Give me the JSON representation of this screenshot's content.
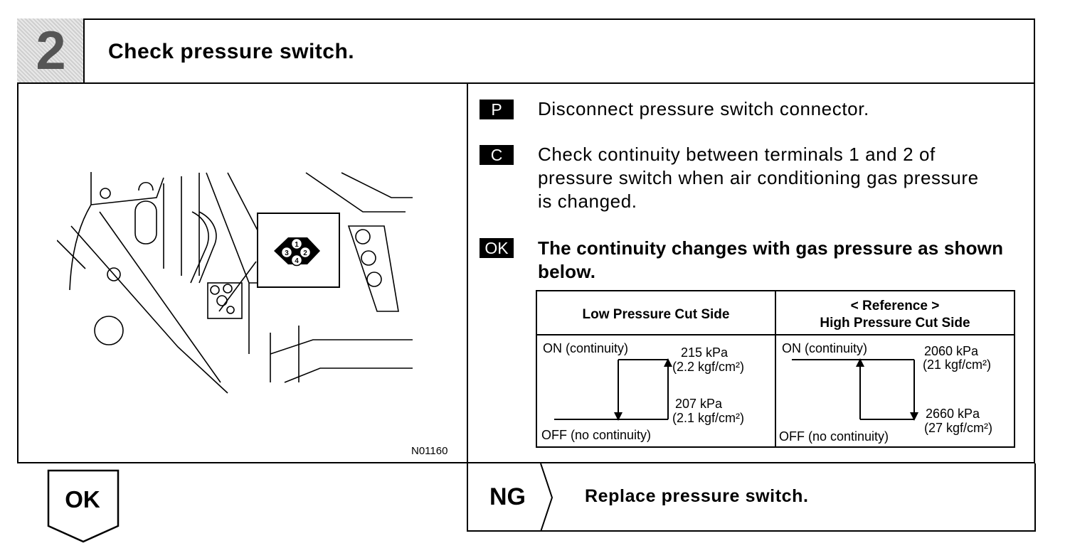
{
  "step": {
    "number": "2",
    "title": "Check pressure switch."
  },
  "figure": {
    "code": "N01160",
    "connector_pins": [
      "1",
      "2",
      "3",
      "4"
    ]
  },
  "instructions": [
    {
      "tag": "P",
      "text": "Disconnect pressure switch connector."
    },
    {
      "tag": "C",
      "lines": [
        "Check continuity between terminals 1 and 2 of",
        "pressure switch when air conditioning gas pressure",
        "is changed."
      ]
    },
    {
      "tag": "OK",
      "lines": [
        "The continuity changes with gas pressure as shown",
        "below."
      ]
    }
  ],
  "table": {
    "left_header": "Low Pressure Cut Side",
    "right_header_ref": "< Reference >",
    "right_header": "High Pressure Cut Side",
    "left": {
      "on_label": "ON (continuity)",
      "off_label": "OFF (no continuity)",
      "upper_value": "215 kPa",
      "upper_unit": "(2.2 kgf/cm²)",
      "lower_value": "207 kPa",
      "lower_unit": "(2.1 kgf/cm²)"
    },
    "right": {
      "on_label": "ON (continuity)",
      "off_label": "OFF (no continuity)",
      "upper_value": "2060 kPa",
      "upper_unit": "(21 kgf/cm²)",
      "lower_value": "2660 kPa",
      "lower_unit": "(27 kgf/cm²)"
    }
  },
  "result": {
    "ok_label": "OK",
    "ng_label": "NG",
    "ng_action": "Replace pressure switch."
  }
}
